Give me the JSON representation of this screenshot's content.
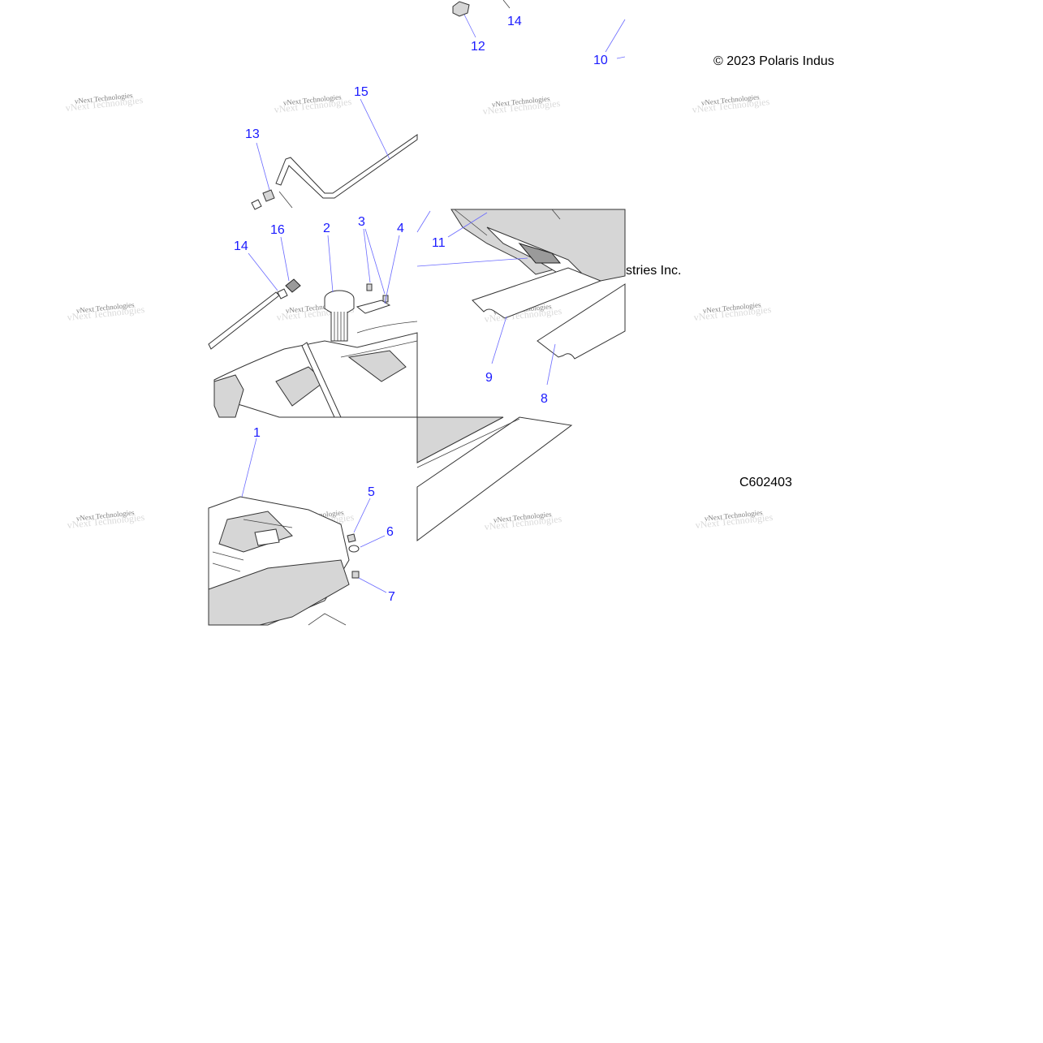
{
  "copyright": {
    "part1": "© 2023 Polaris Indus",
    "part2": "stries Inc."
  },
  "figure_code": "C602403",
  "watermark": "vNext Technologies",
  "callouts": {
    "c1": "1",
    "c2": "2",
    "c3": "3",
    "c4": "4",
    "c5": "5",
    "c6": "6",
    "c7": "7",
    "c8": "8",
    "c9": "9",
    "c10": "10",
    "c11": "11",
    "c12": "12",
    "c13": "13",
    "c14a": "14",
    "c14b": "14",
    "c15": "15",
    "c16": "16"
  },
  "colors": {
    "callout": "#1a1aff",
    "leader": "#6a6aff",
    "line_art": "#333333",
    "shade": "#d6d6d6"
  }
}
